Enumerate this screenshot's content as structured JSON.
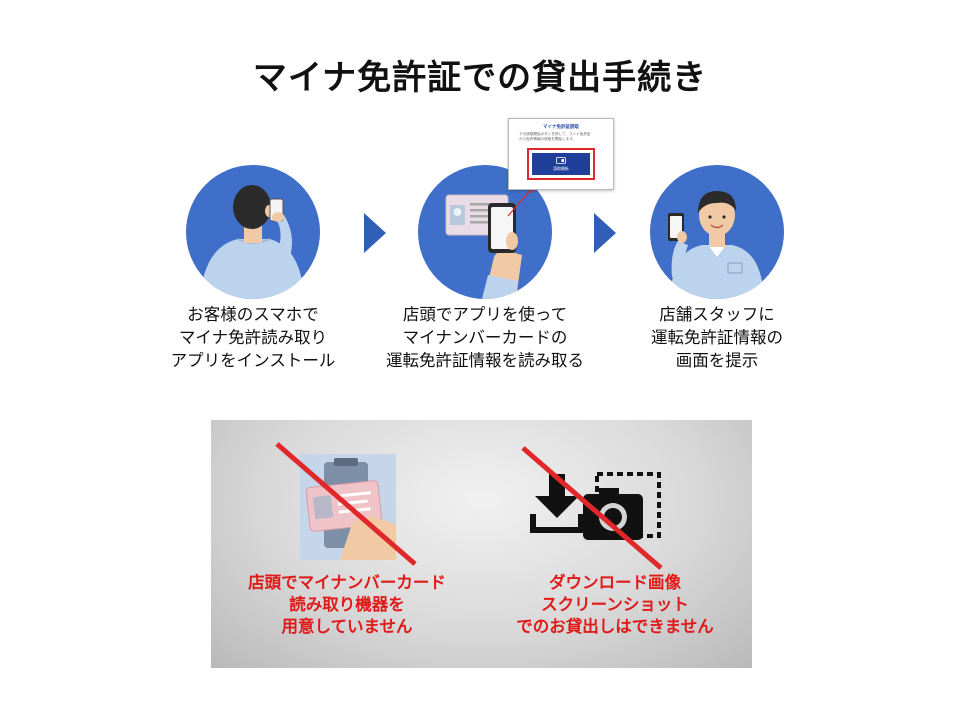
{
  "title": "マイナ免許証での貸出手続き",
  "steps": [
    {
      "lines": [
        "お客様のスマホで",
        "マイナ免許読み取り",
        "アプリをインストール"
      ]
    },
    {
      "lines": [
        "店頭でアプリを使って",
        "マイナンバーカードの",
        "運転免許証情報を読み取る"
      ]
    },
    {
      "lines": [
        "店舗スタッフに",
        "運転免許証情報の",
        "画面を提示"
      ]
    }
  ],
  "popup": {
    "title": "マイナ免許証読取",
    "text_lines": [
      "下の読取開始ボタンを押して、マイナ免許証",
      "から免許情報の読取を開始します。"
    ],
    "button_label": "読取開始"
  },
  "warnings": [
    {
      "lines": [
        "店頭でマイナンバーカード",
        "読み取り機器を",
        "用意していません"
      ]
    },
    {
      "lines": [
        "ダウンロード画像",
        "スクリーンショット",
        "でのお貸出しはできません"
      ]
    }
  ],
  "colors": {
    "circle": "#3f6fc8",
    "arrow": "#2f5fb6",
    "warning_red": "#e01919",
    "strike_red": "#e0282a"
  }
}
